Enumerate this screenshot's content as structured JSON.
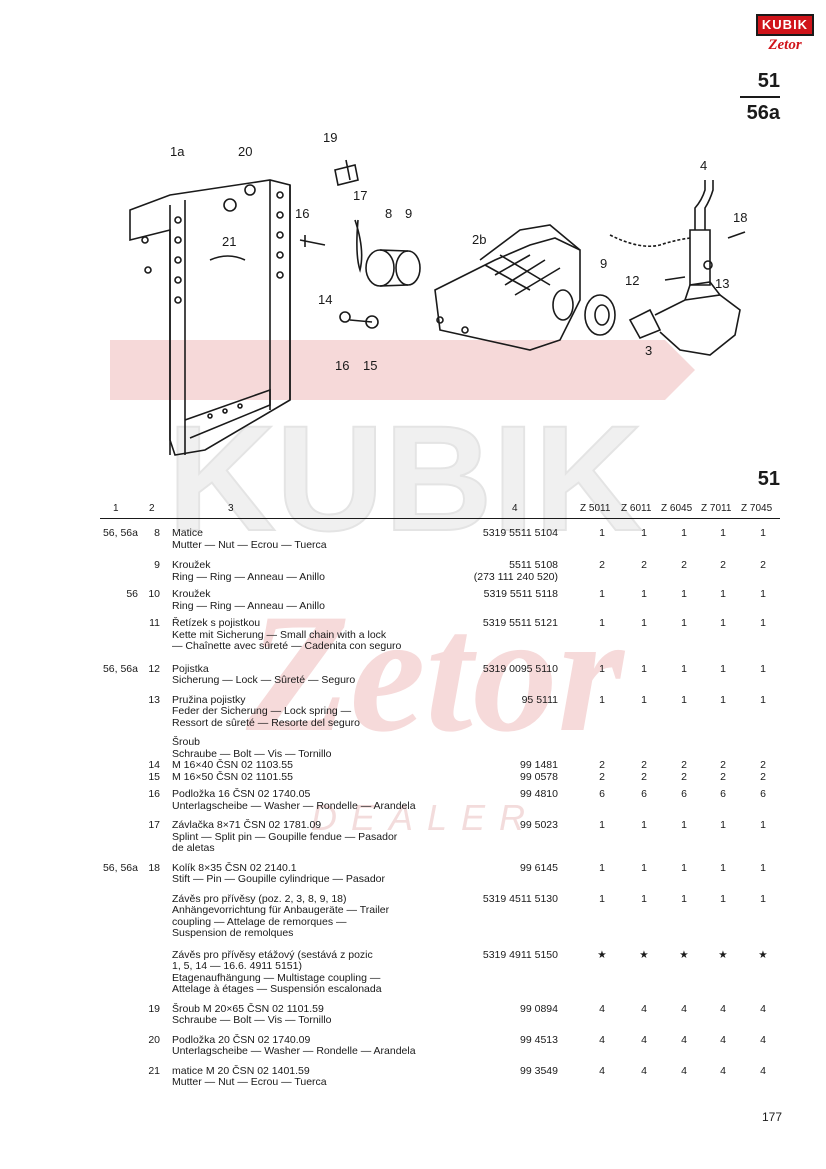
{
  "brand": {
    "logo_top": "KUBIK",
    "logo_bottom": "Zetor"
  },
  "watermark": {
    "line1": "KUBIK",
    "line2": "Zetor",
    "line3": "DEALER"
  },
  "header": {
    "section": "51",
    "subsection": "56a"
  },
  "diagram": {
    "labels": [
      "1a",
      "20",
      "21",
      "19",
      "16",
      "14",
      "16",
      "15",
      "17",
      "8",
      "9",
      "2b",
      "9",
      "4",
      "18",
      "12",
      "13",
      "3"
    ]
  },
  "table_section": "51",
  "columns": {
    "c1": "1",
    "c2": "2",
    "c3": "3",
    "c4": "4",
    "models": [
      "Z 5011",
      "Z 6011",
      "Z 6045",
      "Z 7011",
      "Z 7045"
    ]
  },
  "rows": [
    {
      "pg": "56, 56a",
      "no": "8",
      "lines": [
        "Matice",
        "Mutter — Nut — Ecrou — Tuerca"
      ],
      "codes": [
        "5319 5511 5104"
      ],
      "qty": [
        [
          "1",
          "1",
          "1",
          "1",
          "1"
        ]
      ]
    },
    {
      "pg": "",
      "no": "9",
      "lines": [
        "Kroužek",
        "Ring — Ring — Anneau — Anillo"
      ],
      "codes": [
        "5511 5108",
        "(273 111 240 520)"
      ],
      "qty": [
        [
          "2",
          "2",
          "2",
          "2",
          "2"
        ]
      ]
    },
    {
      "pg": "56",
      "no": "10",
      "lines": [
        "Kroužek",
        "Ring — Ring — Anneau — Anillo"
      ],
      "codes": [
        "5319 5511 5118"
      ],
      "qty": [
        [
          "1",
          "1",
          "1",
          "1",
          "1"
        ]
      ]
    },
    {
      "pg": "",
      "no": "11",
      "lines": [
        "Řetízek s pojistkou",
        "Kette mit Sicherung — Small chain with a lock",
        "— Chaînette avec sûreté — Cadenita con seguro"
      ],
      "codes": [
        "5319 5511 5121"
      ],
      "qty": [
        [
          "1",
          "1",
          "1",
          "1",
          "1"
        ]
      ]
    },
    {
      "pg": "56, 56a",
      "no": "12",
      "lines": [
        "Pojistka",
        "Sicherung — Lock — Sûreté — Seguro"
      ],
      "codes": [
        "5319 0095 5110"
      ],
      "qty": [
        [
          "1",
          "1",
          "1",
          "1",
          "1"
        ]
      ]
    },
    {
      "pg": "",
      "no": "13",
      "lines": [
        "Pružina pojistky",
        "Feder der Sicherung — Lock spring —",
        "Ressort de sûreté — Resorte del seguro"
      ],
      "codes": [
        "95 5111"
      ],
      "qty": [
        [
          "1",
          "1",
          "1",
          "1",
          "1"
        ]
      ]
    },
    {
      "pg": "",
      "no": "",
      "lines": [
        "Šroub",
        "Schraube — Bolt — Vis — Tornillo"
      ],
      "codes": [],
      "qty": []
    },
    {
      "pg": "",
      "no": "14",
      "lines": [
        "M 16×40 ČSN 02 1103.55"
      ],
      "codes": [
        "99 1481"
      ],
      "qty": [
        [
          "2",
          "2",
          "2",
          "2",
          "2"
        ]
      ]
    },
    {
      "pg": "",
      "no": "15",
      "lines": [
        "M 16×50 ČSN 02 1101.55"
      ],
      "codes": [
        "99 0578"
      ],
      "qty": [
        [
          "2",
          "2",
          "2",
          "2",
          "2"
        ]
      ]
    },
    {
      "pg": "",
      "no": "16",
      "lines": [
        "Podložka 16 ČSN 02 1740.05",
        "Unterlagscheibe — Washer — Rondelle — Arandela"
      ],
      "codes": [
        "99 4810"
      ],
      "qty": [
        [
          "6",
          "6",
          "6",
          "6",
          "6"
        ]
      ]
    },
    {
      "pg": "",
      "no": "17",
      "lines": [
        "Závlačka 8×71 ČSN 02 1781.09",
        "Splint — Split pin — Goupille fendue — Pasador",
        "de aletas"
      ],
      "codes": [
        "99 5023"
      ],
      "qty": [
        [
          "1",
          "1",
          "1",
          "1",
          "1"
        ]
      ]
    },
    {
      "pg": "56, 56a",
      "no": "18",
      "lines": [
        "Kolík 8×35 ČSN 02 2140.1",
        "Stift — Pin — Goupille cylindrique — Pasador"
      ],
      "codes": [
        "99 6145"
      ],
      "qty": [
        [
          "1",
          "1",
          "1",
          "1",
          "1"
        ]
      ]
    },
    {
      "pg": "",
      "no": "",
      "lines": [
        "Závěs pro přívěsy (poz. 2, 3, 8, 9, 18)",
        "Anhängevorrichtung für Anbaugeräte — Trailer",
        "coupling — Attelage de remorques —",
        "Suspension de remolques"
      ],
      "codes": [
        "5319 4511 5130"
      ],
      "qty": [
        [
          "1",
          "1",
          "1",
          "1",
          "1"
        ]
      ]
    },
    {
      "pg": "",
      "no": "",
      "lines": [
        "Závěs pro přívěsy etážový (sestává z pozic",
        "1, 5, 14 — 16.6. 4911 5151)",
        "Etagenaufhängung — Multistage coupling —",
        "Attelage à étages — Suspensión escalonada"
      ],
      "codes": [
        "5319 4911 5150"
      ],
      "qty": [
        [
          "★",
          "★",
          "★",
          "★",
          "★"
        ]
      ]
    },
    {
      "pg": "",
      "no": "19",
      "lines": [
        "Šroub M 20×65 ČSN 02 1101.59",
        "Schraube — Bolt — Vis — Tornillo"
      ],
      "codes": [
        "99 0894"
      ],
      "qty": [
        [
          "4",
          "4",
          "4",
          "4",
          "4"
        ]
      ]
    },
    {
      "pg": "",
      "no": "20",
      "lines": [
        "Podložka 20 ČSN 02 1740.09",
        "Unterlagscheibe — Washer — Rondelle — Arandela"
      ],
      "codes": [
        "99 4513"
      ],
      "qty": [
        [
          "4",
          "4",
          "4",
          "4",
          "4"
        ]
      ]
    },
    {
      "pg": "",
      "no": "21",
      "lines": [
        "matice M 20 ČSN 02 1401.59",
        "Mutter — Nut — Ecrou — Tuerca"
      ],
      "codes": [
        "99 3549"
      ],
      "qty": [
        [
          "4",
          "4",
          "4",
          "4",
          "4"
        ]
      ]
    }
  ],
  "page_number": "177"
}
